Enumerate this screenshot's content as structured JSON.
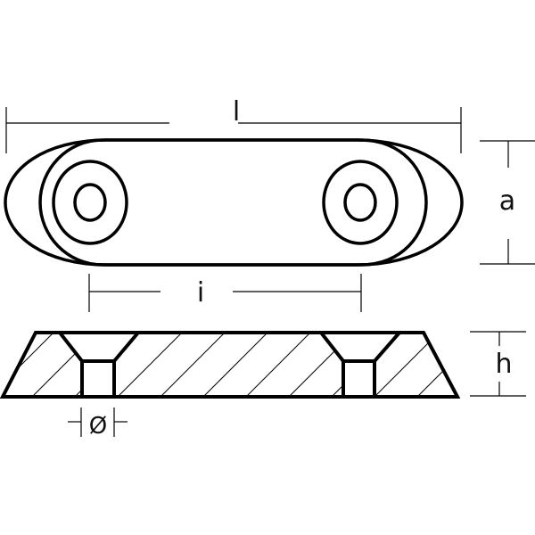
{
  "labels": {
    "length": "l",
    "width": "a",
    "hole_spacing": "i",
    "height": "h",
    "diameter": "Ø"
  },
  "colors": {
    "line": "#000000",
    "background": "#ffffff"
  }
}
